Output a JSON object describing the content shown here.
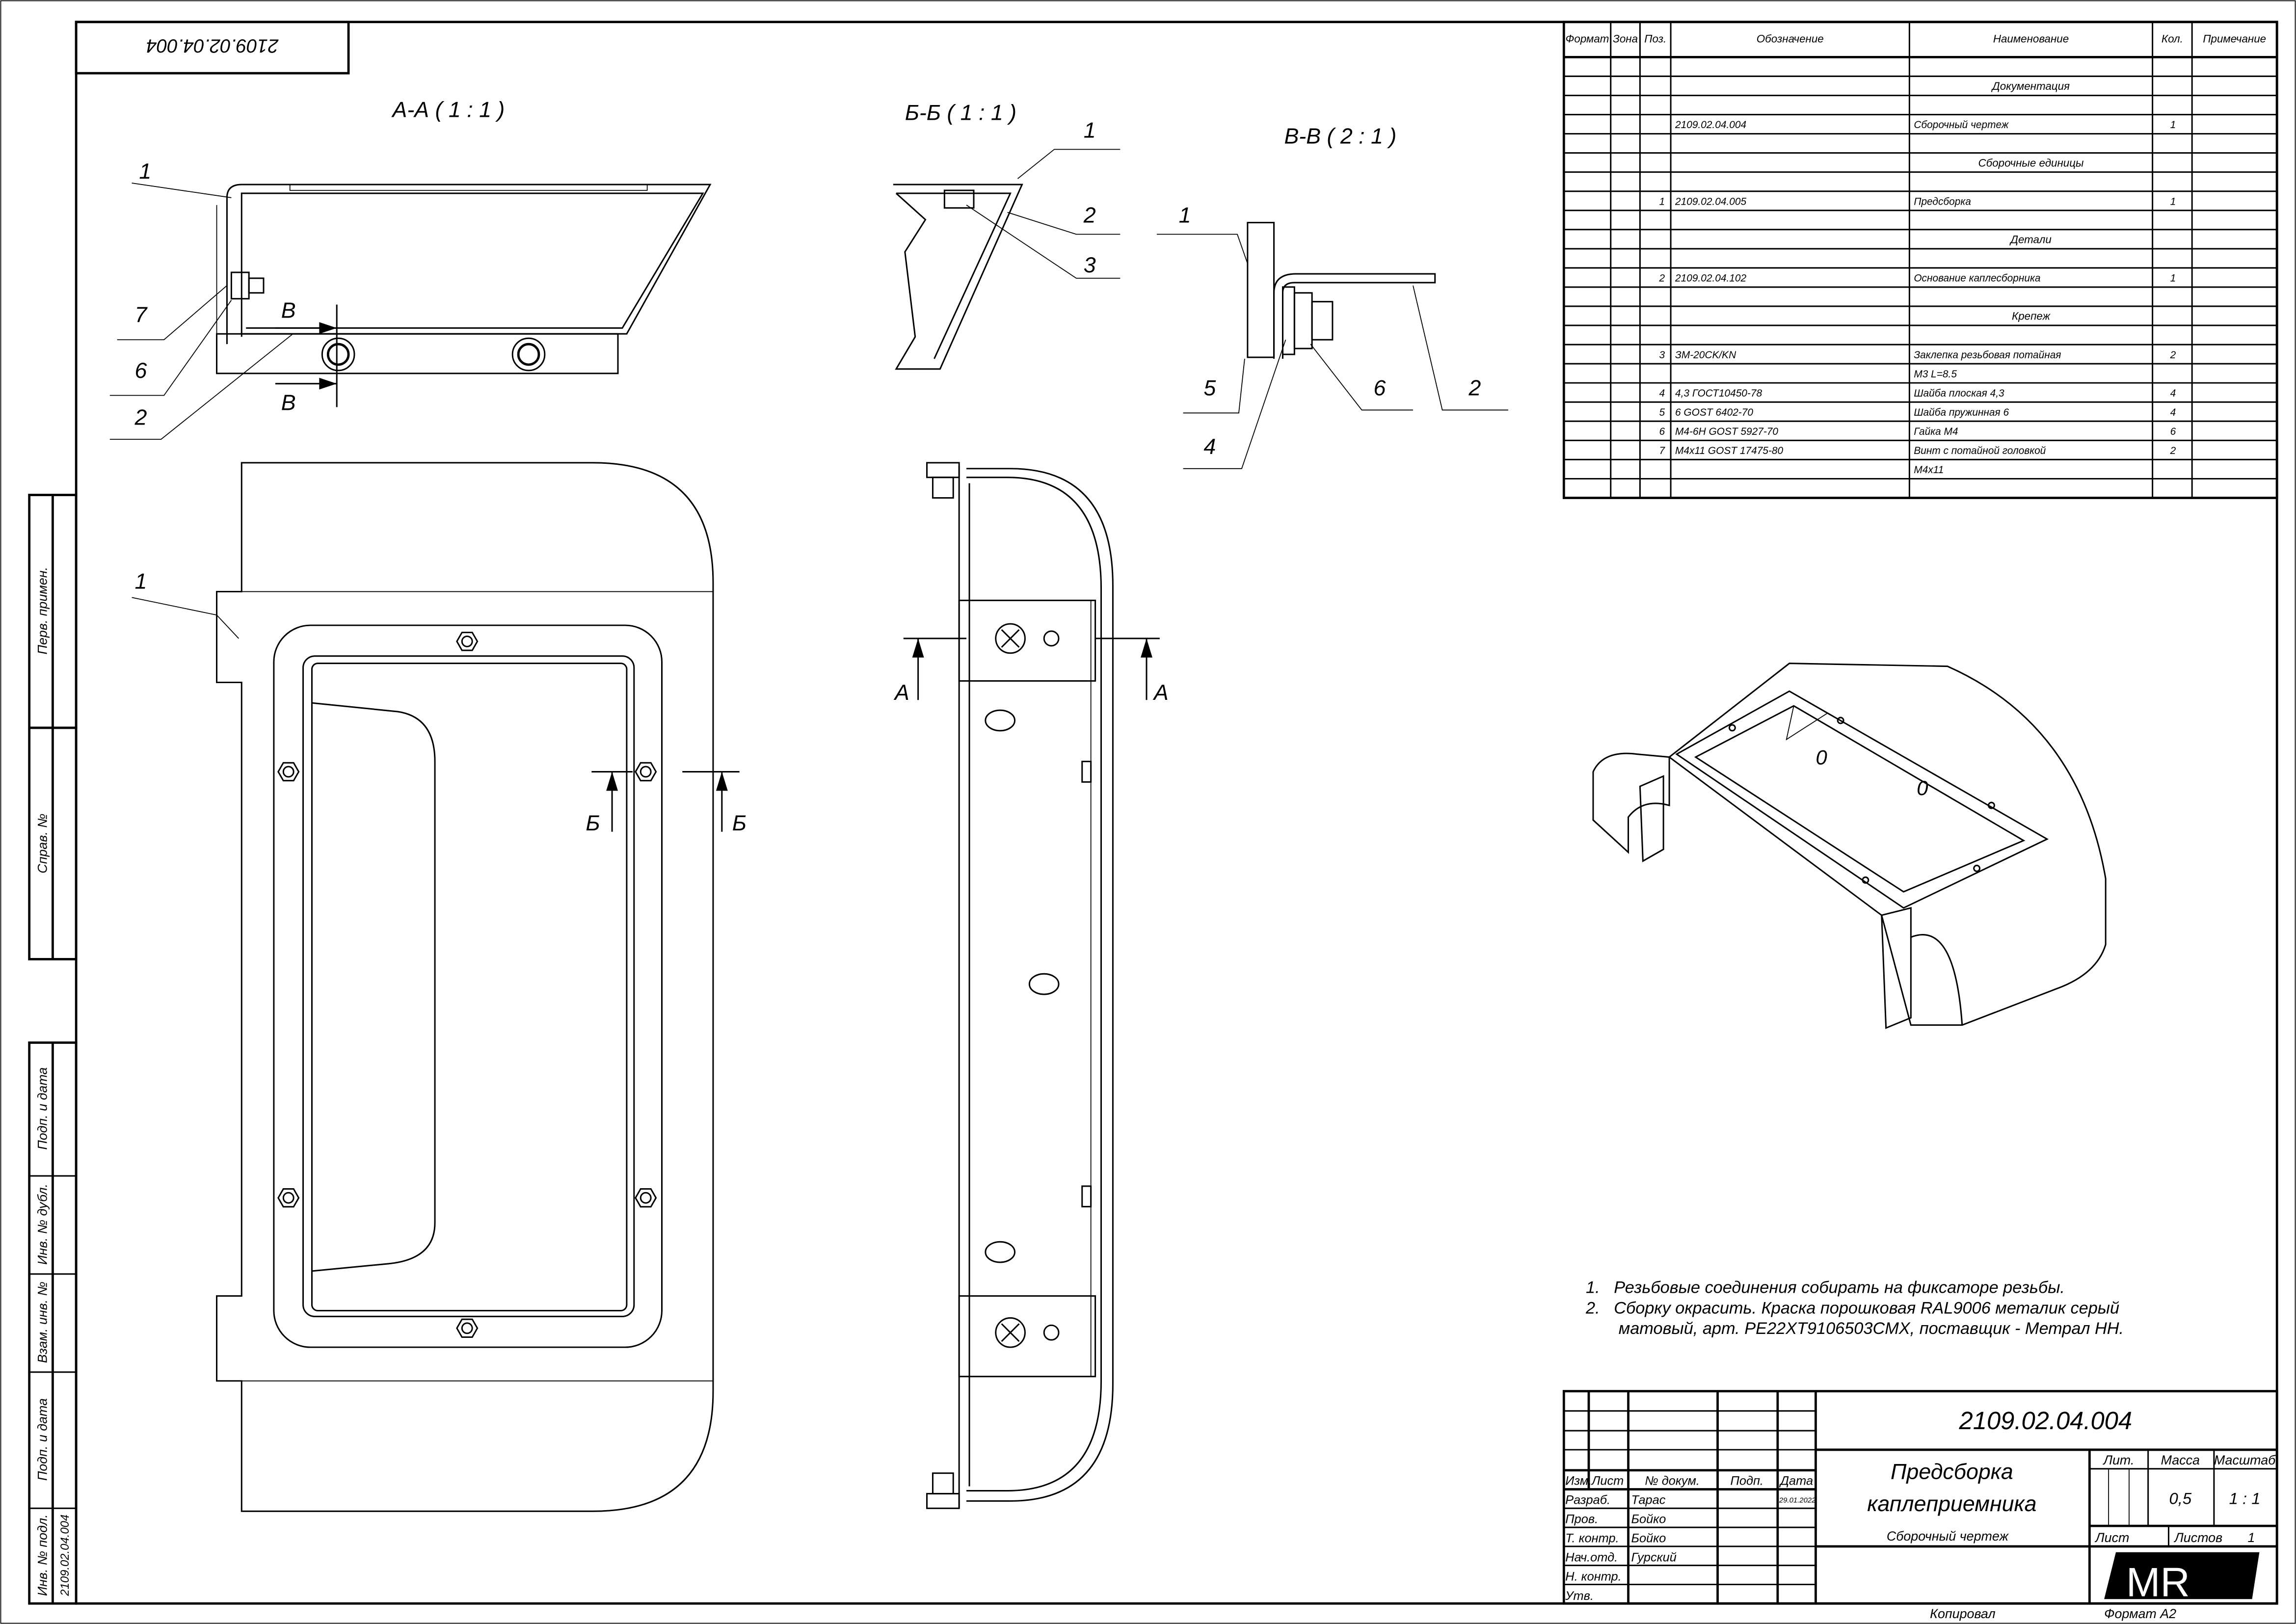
{
  "stamp_top": "2109.02.04.004",
  "side_strip": {
    "labels": [
      "Перв. примен.",
      "Справ. №",
      "Подп. и дата",
      "Инв. № дубл.",
      "Взам. инв. №",
      "Подп. и дата",
      "Инв. № подл."
    ],
    "inv_value": "2109.02.04.004"
  },
  "views": {
    "section_aa": "А-А ( 1 : 1 )",
    "section_bb": "Б-Б ( 1 : 1 )",
    "section_vv": "В-В ( 2 : 1 )"
  },
  "cut_letters": {
    "a": "А",
    "b": "Б",
    "v": "В"
  },
  "callouts": {
    "aa": [
      "1",
      "7",
      "6",
      "2"
    ],
    "bb": [
      "1",
      "2",
      "3"
    ],
    "vv": [
      "1",
      "5",
      "4",
      "6",
      "2"
    ],
    "front": [
      "1"
    ]
  },
  "iso_marks": [
    "0",
    "0"
  ],
  "spec": {
    "headers": [
      "Формат",
      "Зона",
      "Поз.",
      "Обозначение",
      "Наименование",
      "Кол.",
      "Примечание"
    ],
    "rows": [
      {
        "pos": "",
        "desig": "",
        "name": "",
        "qty": "",
        "section": false
      },
      {
        "pos": "",
        "desig": "",
        "name": "Документация",
        "qty": "",
        "section": true
      },
      {
        "pos": "",
        "desig": "",
        "name": "",
        "qty": "",
        "section": false
      },
      {
        "pos": "",
        "desig": "2109.02.04.004",
        "name": "Сборочный чертеж",
        "qty": "1",
        "section": false
      },
      {
        "pos": "",
        "desig": "",
        "name": "",
        "qty": "",
        "section": false
      },
      {
        "pos": "",
        "desig": "",
        "name": "Сборочные единицы",
        "qty": "",
        "section": true
      },
      {
        "pos": "",
        "desig": "",
        "name": "",
        "qty": "",
        "section": false
      },
      {
        "pos": "1",
        "desig": "2109.02.04.005",
        "name": "Предсборка",
        "qty": "1",
        "section": false
      },
      {
        "pos": "",
        "desig": "",
        "name": "",
        "qty": "",
        "section": false
      },
      {
        "pos": "",
        "desig": "",
        "name": "Детали",
        "qty": "",
        "section": true
      },
      {
        "pos": "",
        "desig": "",
        "name": "",
        "qty": "",
        "section": false
      },
      {
        "pos": "2",
        "desig": "2109.02.04.102",
        "name": "Основание каплесборника",
        "qty": "1",
        "section": false
      },
      {
        "pos": "",
        "desig": "",
        "name": "",
        "qty": "",
        "section": false
      },
      {
        "pos": "",
        "desig": "",
        "name": "Крепеж",
        "qty": "",
        "section": true
      },
      {
        "pos": "",
        "desig": "",
        "name": "",
        "qty": "",
        "section": false
      },
      {
        "pos": "3",
        "desig": "ЗМ-20CK/KN",
        "name": "Заклепка резьбовая потайная",
        "qty": "2",
        "section": false
      },
      {
        "pos": "",
        "desig": "",
        "name": "M3 L=8.5",
        "qty": "",
        "section": false
      },
      {
        "pos": "4",
        "desig": "4,3 ГОСТ10450-78",
        "name": "Шайба плоская 4,3",
        "qty": "4",
        "section": false
      },
      {
        "pos": "5",
        "desig": "6 GOST 6402-70",
        "name": "Шайба пружинная 6",
        "qty": "4",
        "section": false
      },
      {
        "pos": "6",
        "desig": "M4-6H GOST 5927-70",
        "name": "Гайка M4",
        "qty": "6",
        "section": false
      },
      {
        "pos": "7",
        "desig": "M4x11 GOST 17475-80",
        "name": "Винт с потайной головкой",
        "qty": "2",
        "section": false
      },
      {
        "pos": "",
        "desig": "",
        "name": "M4x11",
        "qty": "",
        "section": false
      },
      {
        "pos": "",
        "desig": "",
        "name": "",
        "qty": "",
        "section": false
      }
    ]
  },
  "notes": [
    "1.   Резьбовые соединения собирать на фиксаторе резьбы.",
    "2.   Сборку окрасить. Краска порошковая RAL9006 металик серый",
    "       матовый, арт. PE22XT9106503CMX, поставщик - Метрал НН."
  ],
  "title_block": {
    "designation": "2109.02.04.004",
    "name_line1": "Предсборка",
    "name_line2": "каплеприемника",
    "doc_type": "Сборочный чертеж",
    "headers": {
      "izm": "Изм.",
      "list": "Лист",
      "doc": "№ докум.",
      "sign": "Подп.",
      "date": "Дата"
    },
    "roles": [
      {
        "role": "Разраб.",
        "name": "Тарас",
        "date": "29.01.2022"
      },
      {
        "role": "Пров.",
        "name": "Бойко",
        "date": ""
      },
      {
        "role": "Т. контр.",
        "name": "Бойко",
        "date": ""
      },
      {
        "role": "Нач.отд.",
        "name": "Гурский",
        "date": ""
      },
      {
        "role": "Н. контр.",
        "name": "",
        "date": ""
      },
      {
        "role": "Утв.",
        "name": "",
        "date": ""
      }
    ],
    "lit_label": "Лит.",
    "mass_label": "Масса",
    "scale_label": "Масштаб",
    "mass": "0,5",
    "scale": "1 : 1",
    "sheet_label": "Лист",
    "sheets_label": "Листов",
    "sheets": "1",
    "logo": "MR",
    "copied": "Копировал",
    "format": "Формат A2"
  }
}
